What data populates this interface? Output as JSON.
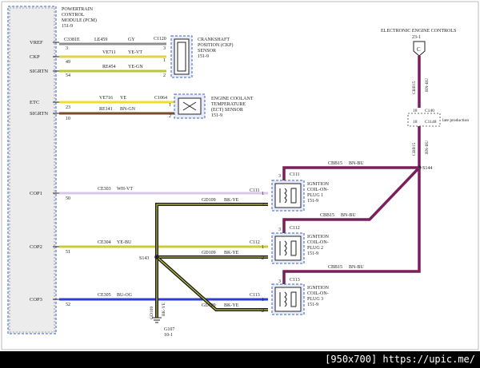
{
  "pcm": {
    "title_lines": [
      "POWERTRAIN",
      "CONTROL",
      "MODULE (PCM)",
      "151-9"
    ],
    "pins": [
      {
        "label": "VREF",
        "pin": "3",
        "connector": "C3381E"
      },
      {
        "label": "CKP",
        "pin": "49",
        "connector": ""
      },
      {
        "label": "SIGRTN",
        "pin": "54",
        "connector": ""
      },
      {
        "label": "ETC",
        "pin": "23",
        "connector": ""
      },
      {
        "label": "SIGRTN",
        "pin": "10",
        "connector": ""
      },
      {
        "label": "COP1",
        "pin": "50",
        "connector": ""
      },
      {
        "label": "COP2",
        "pin": "51",
        "connector": ""
      },
      {
        "label": "COP3",
        "pin": "52",
        "connector": ""
      }
    ]
  },
  "wires": [
    {
      "circuit": "LE459",
      "color_code": "GY",
      "color": "#8f8f8f"
    },
    {
      "circuit": "VE711",
      "color_code": "YE-VT",
      "color": "#e3d24a"
    },
    {
      "circuit": "RE454",
      "color_code": "YE-GN",
      "color": "#b8c838"
    },
    {
      "circuit": "VE716",
      "color_code": "YE",
      "color": "#f0dc2a"
    },
    {
      "circuit": "RE141",
      "color_code": "BN-GN",
      "color": "#7a4a2a"
    },
    {
      "circuit": "CE303",
      "color_code": "WH-VT",
      "color": "#d8c8e8"
    },
    {
      "circuit": "CE304",
      "color_code": "YE-BU",
      "color": "#c8cc3a"
    },
    {
      "circuit": "CE305",
      "color_code": "BU-OG",
      "color": "#2b3fd0"
    }
  ],
  "ckp_sensor": {
    "connector": "C1120",
    "name_lines": [
      "CRANKSHAFT",
      "POSITION (CKP)",
      "SENSOR",
      "151-9"
    ],
    "pins": [
      "3",
      "1",
      "2"
    ]
  },
  "ect_sensor": {
    "connector": "C1064",
    "name_lines": [
      "ENGINE COOLANT",
      "TEMPERATURE",
      "(ECT) SENSOR",
      "151-9"
    ],
    "pins": [
      "1",
      "2"
    ]
  },
  "eec": {
    "title": "ELECTRONIC ENGINE CONTROLS",
    "ref": "23-1",
    "connector_letter": "C",
    "circuit": "CBB15",
    "color_code": "BN-BU",
    "color": "#7a1f5c",
    "inline_connector_a": "C140",
    "inline_connector_b": "C1148",
    "inline_pin_a": "18",
    "inline_pin_b": "18",
    "late_note": "late production",
    "splice": "S144"
  },
  "coils": [
    {
      "connector": "C111",
      "name_lines": [
        "IGNITION",
        "COIL-ON-",
        "PLUG 1",
        "151-9"
      ],
      "pins": [
        "3",
        "1",
        "2"
      ],
      "feed": "CBB15",
      "feed_color_code": "BN-BU"
    },
    {
      "connector": "C112",
      "name_lines": [
        "IGNITION",
        "COIL-ON-",
        "PLUG 2",
        "151-9"
      ],
      "pins": [
        "3",
        "1",
        "2"
      ],
      "feed": "CBB15",
      "feed_color_code": "BN-BU"
    },
    {
      "connector": "C113",
      "name_lines": [
        "IGNITION",
        "COIL-ON-",
        "PLUG 3",
        "151-9"
      ],
      "pins": [
        "3",
        "1",
        "2"
      ],
      "feed": "CBB15",
      "feed_color_code": "BN-BU"
    }
  ],
  "ground": {
    "circuit": "GD109",
    "color_code": "BK-YE",
    "splice": "S143",
    "point": "G107",
    "ref": "10-1",
    "color": "#1a1a1a",
    "stripe": "#c8c838"
  },
  "footer": "[950x700] https://upic.me/"
}
